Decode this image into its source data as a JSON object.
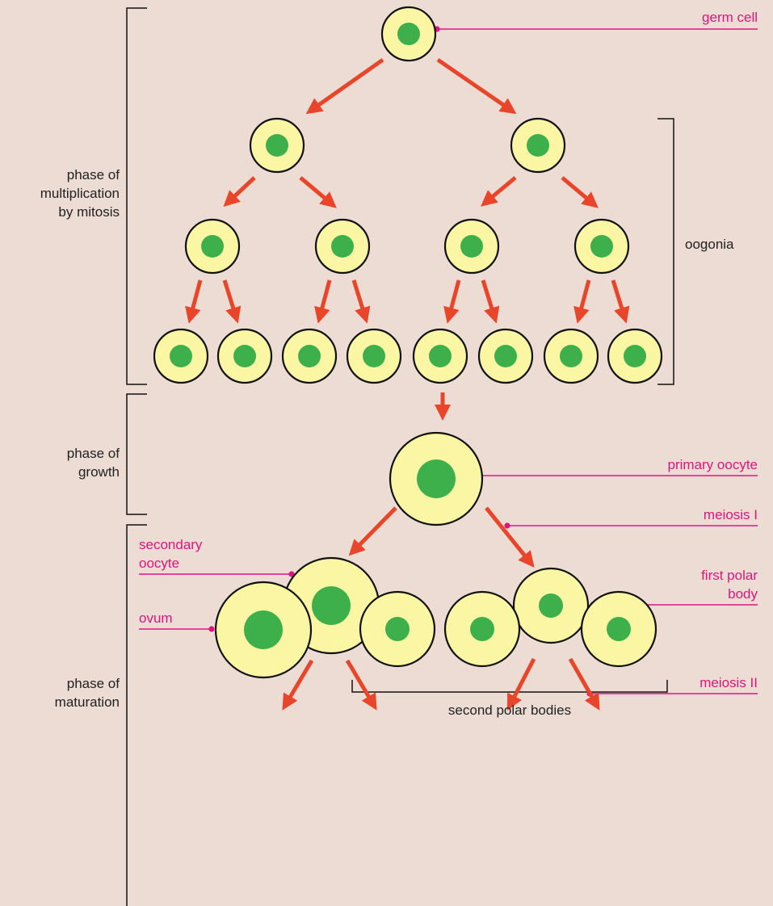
{
  "colors": {
    "background": "#ecdcd3",
    "cell_fill": "#fbf6a3",
    "nucleus_fill": "#3db04b",
    "arrow": "#e8452a",
    "label_pink": "#e0147f",
    "phase_text": "#222222",
    "outline": "#111111"
  },
  "labels": {
    "germ_cell": "germ cell",
    "oogonia": "oogonia",
    "primary_oocyte": "primary oocyte",
    "meiosis_1": "meiosis I",
    "secondary_oocyte_line1": "secondary",
    "secondary_oocyte_line2": "oocyte",
    "first_polar_body_line1": "first polar",
    "first_polar_body_line2": "body",
    "meiosis_2": "meiosis II",
    "ovum": "ovum",
    "second_polar_bodies": "second polar bodies"
  },
  "phases": {
    "multiplication_line1": "phase of",
    "multiplication_line2": "multiplication",
    "multiplication_line3": "by mitosis",
    "growth_line1": "phase of",
    "growth_line2": "growth",
    "maturation_line1": "phase of",
    "maturation_line2": "maturation"
  }
}
